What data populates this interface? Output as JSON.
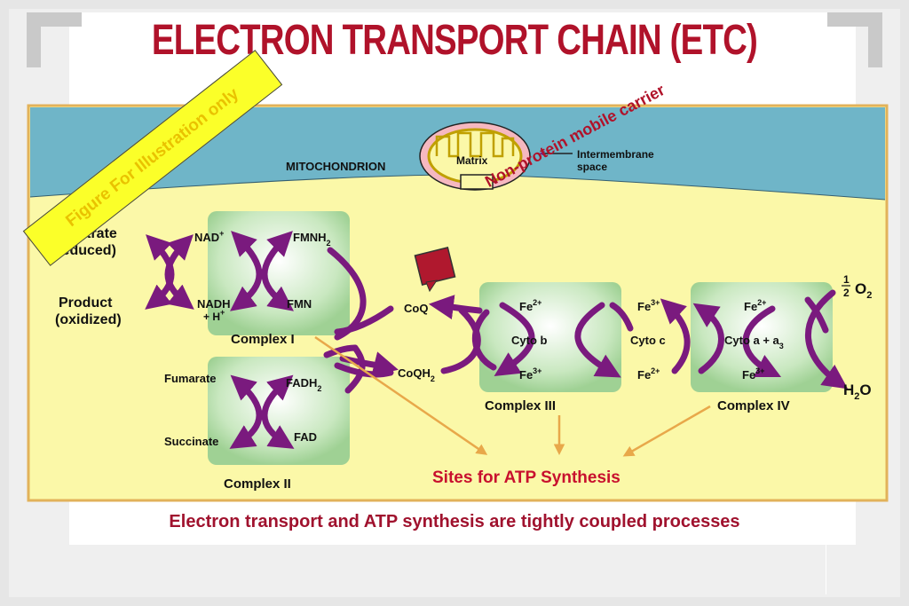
{
  "title": "Electron Transport Chain (ETC)",
  "caption": "Electron transport and ATP synthesis are tightly coupled processes",
  "watermark": "Figure For Illustration only",
  "annotation": "Non-protein mobile carrier",
  "mito": {
    "organelle": "MITOCHONDRION",
    "matrix": "Matrix",
    "intermembrane_line1": "Intermembrane",
    "intermembrane_line2": "space"
  },
  "left": {
    "substrate_1": "Substrate",
    "substrate_2": "(reduced)",
    "product_1": "Product",
    "product_2": "(oxidized)"
  },
  "complex1": {
    "name": "Complex I",
    "nad": "NAD",
    "nad_sup": "+",
    "nadh": "NADH",
    "h": "+ H",
    "h_sup": "+",
    "fmnh": "FMNH",
    "fmnh_sub": "2",
    "fmn": "FMN"
  },
  "complex2": {
    "name": "Complex II",
    "fumarate": "Fumarate",
    "fadh": "FADH",
    "fadh_sub": "2",
    "succinate": "Succinate",
    "fad": "FAD"
  },
  "coq": {
    "coq": "CoQ",
    "coqh": "CoQH",
    "coqh_sub": "2"
  },
  "complex3": {
    "name": "Complex III",
    "fe2": "Fe",
    "fe2_sup": "2+",
    "cyto": "Cyto b",
    "fe3": "Fe",
    "fe3_sup": "3+"
  },
  "cytoc": {
    "fe3": "Fe",
    "fe3_sup": "3+",
    "cyto": "Cyto c",
    "fe2": "Fe",
    "fe2_sup": "2+"
  },
  "complex4": {
    "name": "Complex IV",
    "fe2": "Fe",
    "fe2_sup": "2+",
    "cyto": "Cyto a + a",
    "cyto_sub": "3",
    "fe3": "Fe",
    "fe3_sup": "3+"
  },
  "oxygen": {
    "num": "1",
    "den": "2",
    "o": "O",
    "o_sub": "2",
    "water": "H",
    "water_sub": "2",
    "water_o": "O"
  },
  "atp_sites": "Sites for ATP Synthesis",
  "colors": {
    "title": "#b0122a",
    "arrow": "#7a1a7e",
    "complex": "#a9d9a0",
    "panel": "#fbf8a8",
    "membrane": "#6fb5c8",
    "gold": "#e8a84a"
  }
}
